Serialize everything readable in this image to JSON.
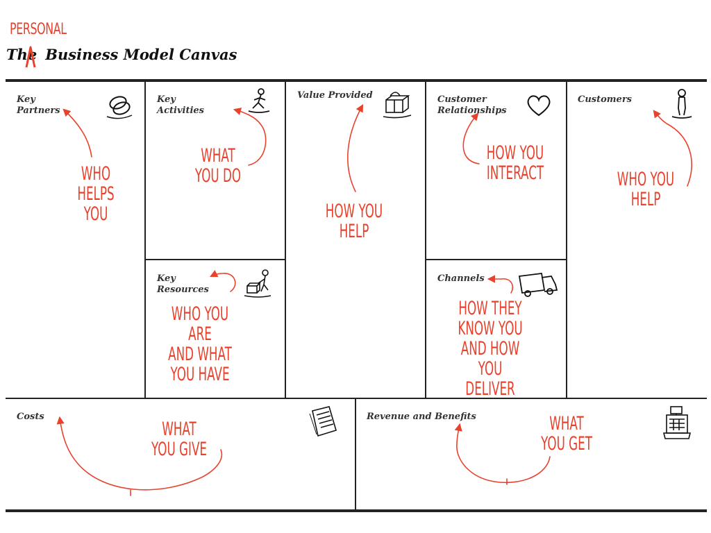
{
  "heading": {
    "annotation": "PERSONAL",
    "title_first": "The",
    "title_rest": "Business Model Canvas"
  },
  "blocks": {
    "key_partners": {
      "label": "Key\nPartners",
      "note": "WHO\nHELPS\nYOU",
      "icon": "chain-links-icon"
    },
    "key_activities": {
      "label": "Key\nActivities",
      "note": "WHAT\nYOU DO",
      "icon": "worker-icon"
    },
    "value_provided": {
      "label": "Value Provided",
      "note": "HOW YOU\nHELP",
      "icon": "gift-icon"
    },
    "customer_relationships": {
      "label": "Customer\nRelationships",
      "note": "HOW YOU\nINTERACT",
      "icon": "heart-icon"
    },
    "customers": {
      "label": "Customers",
      "note": "WHO YOU\nHELP",
      "icon": "person-icon"
    },
    "key_resources": {
      "label": "Key\nResources",
      "note": "WHO YOU ARE\nAND WHAT\nYOU HAVE",
      "icon": "person-with-boxes-icon"
    },
    "channels": {
      "label": "Channels",
      "note": "HOW THEY\nKNOW YOU\nAND HOW YOU\nDELIVER",
      "icon": "truck-icon"
    },
    "costs": {
      "label": "Costs",
      "note": "WHAT\nYOU GIVE",
      "icon": "receipt-icon"
    },
    "revenue": {
      "label": "Revenue and Benefits",
      "note": "WHAT\nYOU GET",
      "icon": "cash-register-icon"
    }
  },
  "colors": {
    "annotation": "#e8412c",
    "grid": "#222222",
    "label": "#333333"
  }
}
